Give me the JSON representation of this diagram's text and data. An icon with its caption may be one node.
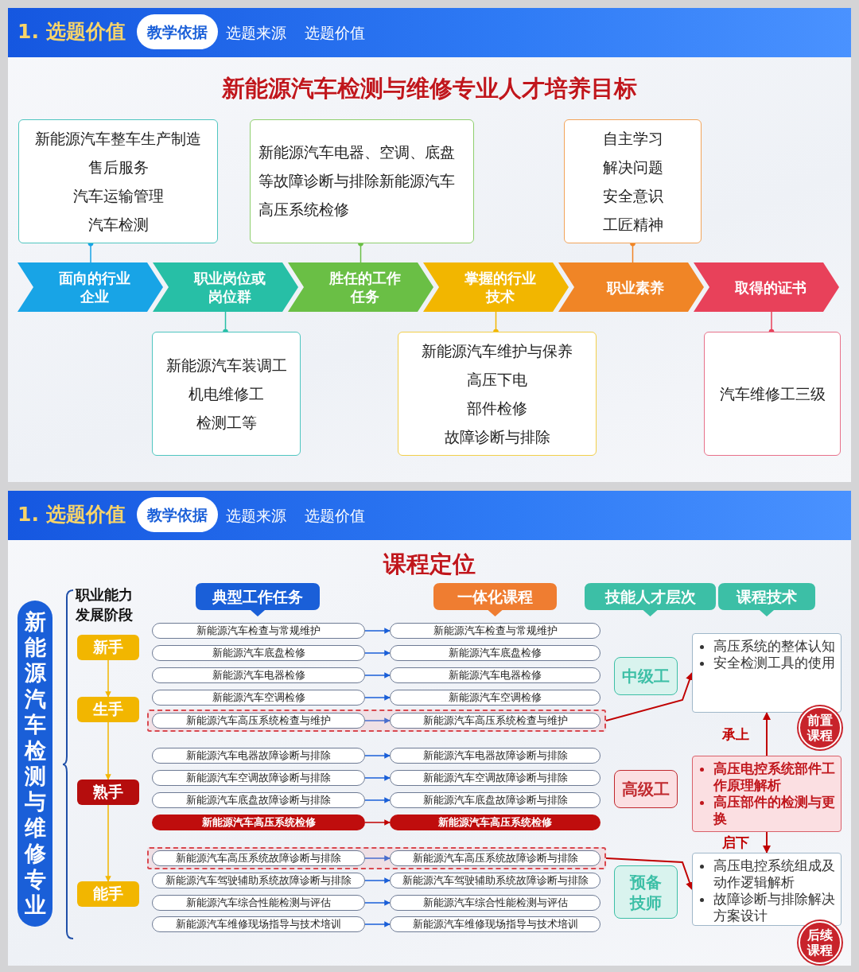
{
  "diagram": {
    "nodes": [
      {
        "text": [
          "面向的行业企业"
        ]
      },
      {
        "text": [
          "职业岗位或岗位群"
        ]
      },
      {
        "text": [
          "胜任的工作任务"
        ]
      },
      {
        "text": [
          "掌握的行业技术"
        ]
      },
      {
        "text": [
          "职业素养"
        ]
      },
      {
        "text": [
          "取得的证书"
        ]
      },
      {
        "text": [
          "新能源汽车整车生产制造",
          "售后服务",
          "汽车运输管理",
          "汽车检测"
        ]
      },
      {
        "text": [
          "新能源汽车电器、空调、底盘等故障诊断与排除新能源汽车高压系统检修"
        ]
      },
      {
        "text": [
          "自主学习",
          "解决问题",
          "安全意识",
          "工匠精神"
        ]
      },
      {
        "text": [
          "新能源汽车装调工",
          "机电维修工",
          "检测工等"
        ]
      },
      {
        "text": [
          "新能源汽车维护与保养",
          "高压下电",
          "部件检修",
          "故障诊断与排除"
        ]
      },
      {
        "text": [
          "汽车维修工三级"
        ]
      },
      {
        "text": [
          "新能源汽车检测与维修专业"
        ]
      },
      {
        "text": [
          "新手"
        ]
      },
      {
        "text": [
          "生手"
        ]
      },
      {
        "text": [
          "熟手"
        ]
      },
      {
        "text": [
          "能手"
        ]
      },
      {
        "text": [
          "典型工作任务"
        ]
      },
      {
        "text": [
          "一体化课程"
        ]
      },
      {
        "text": [
          "技能人才层次"
        ]
      },
      {
        "text": [
          "课程技术"
        ]
      },
      {
        "text": [
          "新能源汽车检查与常规维护"
        ]
      },
      {
        "text": [
          "新能源汽车检查与常规维护"
        ]
      },
      {
        "text": [
          "新能源汽车底盘检修"
        ]
      },
      {
        "text": [
          "新能源汽车底盘检修"
        ]
      },
      {
        "text": [
          "新能源汽车电器检修"
        ]
      },
      {
        "text": [
          "新能源汽车电器检修"
        ]
      },
      {
        "text": [
          "新能源汽车空调检修"
        ]
      },
      {
        "text": [
          "新能源汽车空调检修"
        ]
      },
      {
        "text": [],
        "shape": "box"
      },
      {
        "text": [
          "新能源汽车高压系统检查与维护"
        ],
        "in": 29
      },
      {
        "text": [
          "新能源汽车高压系统检查与维护"
        ],
        "in": 29
      },
      {
        "text": [
          "新能源汽车电器故障诊断与排除"
        ]
      },
      {
        "text": [
          "新能源汽车电器故障诊断与排除"
        ]
      },
      {
        "text": [
          "新能源汽车空调故障诊断与排除"
        ]
      },
      {
        "text": [
          "新能源汽车空调故障诊断与排除"
        ]
      },
      {
        "text": [
          "新能源汽车底盘故障诊断与排除"
        ]
      },
      {
        "text": [
          "新能源汽车底盘故障诊断与排除"
        ]
      },
      {
        "text": [
          "新能源汽车高压系统检修"
        ]
      },
      {
        "text": [
          "新能源汽车高压系统检修"
        ]
      },
      {
        "text": [],
        "shape": "box"
      },
      {
        "text": [
          "新能源汽车高压系统故障诊断与排除"
        ],
        "in": 40
      },
      {
        "text": [
          "新能源汽车高压系统故障诊断与排除"
        ],
        "in": 40
      },
      {
        "text": [
          "新能源汽车驾驶辅助系统故障诊断与排除"
        ]
      },
      {
        "text": [
          "新能源汽车驾驶辅助系统故障诊断与排除"
        ]
      },
      {
        "text": [
          "新能源汽车综合性能检测与评估"
        ]
      },
      {
        "text": [
          "新能源汽车综合性能检测与评估"
        ]
      },
      {
        "text": [
          "新能源汽车维修现场指导与技术培训"
        ]
      },
      {
        "text": [
          "新能源汽车维修现场指导与技术培训"
        ]
      },
      {
        "text": [
          "中级工"
        ]
      },
      {
        "text": [
          "高级工"
        ]
      },
      {
        "text": [
          "预备技师"
        ]
      },
      {
        "text": [
          "高压系统的整体认知",
          "安全检测工具的使用"
        ]
      },
      {
        "text": [
          "前置课程"
        ]
      },
      {
        "text": [
          "高压电控系统部件工作原理解析",
          "高压部件的检测与更换"
        ]
      },
      {
        "text": [
          "高压电控系统组成及动作逻辑解析",
          "故障诊断与排除解决方案设计"
        ]
      },
      {
        "text": [
          "后续课程"
        ]
      }
    ],
    "edges": [
      {
        "from": 0,
        "to": 6,
        "arrow": "other",
        "color": "#18a4e6"
      },
      {
        "from": 2,
        "to": 7,
        "arrow": "other",
        "color": "#6abf45"
      },
      {
        "from": 4,
        "to": 8,
        "arrow": "other",
        "color": "#f08526"
      },
      {
        "from": 1,
        "to": 9,
        "arrow": "other",
        "color": "#27bfa6"
      },
      {
        "from": 3,
        "to": 10,
        "arrow": "other",
        "color": "#f2b600"
      },
      {
        "from": 5,
        "to": 11,
        "arrow": "other",
        "color": "#e8415a"
      },
      {
        "from": 13,
        "to": 14,
        "arrow": "to",
        "color": "#f2b600"
      },
      {
        "from": 14,
        "to": 15,
        "arrow": "to",
        "color": "#f2b600"
      },
      {
        "from": 15,
        "to": 16,
        "arrow": "to",
        "color": "#f2b600"
      },
      {
        "from": 21,
        "to": 22,
        "arrow": "to"
      },
      {
        "from": 23,
        "to": 24,
        "arrow": "to"
      },
      {
        "from": 25,
        "to": 26,
        "arrow": "to"
      },
      {
        "from": 27,
        "to": 28,
        "arrow": "to"
      },
      {
        "from": 30,
        "to": 31,
        "arrow": "to"
      },
      {
        "from": 32,
        "to": 33,
        "arrow": "to"
      },
      {
        "from": 34,
        "to": 35,
        "arrow": "to"
      },
      {
        "from": 36,
        "to": 37,
        "arrow": "to"
      },
      {
        "from": 38,
        "to": 39,
        "arrow": "to",
        "color": "#c00000"
      },
      {
        "from": 41,
        "to": 42,
        "arrow": "to"
      },
      {
        "from": 43,
        "to": 44,
        "arrow": "to"
      },
      {
        "from": 45,
        "to": 46,
        "arrow": "to"
      },
      {
        "from": 47,
        "to": 48,
        "arrow": "to"
      },
      {
        "from": 29,
        "to": 52,
        "arrow": "to",
        "color": "#c00000"
      },
      {
        "from": 40,
        "to": 55,
        "arrow": "to",
        "color": "#c00000"
      },
      {
        "from": 54,
        "to": 52,
        "arrow": "to",
        "label": "承上",
        "color": "#c00000"
      },
      {
        "from": 54,
        "to": 55,
        "arrow": "to",
        "label": "启下",
        "color": "#c00000"
      }
    ],
    "labels": [
      "1. 选题价值",
      "教学依据",
      "选题来源",
      "选题价值",
      "新能源汽车检测与维修专业人才培养目标",
      "1. 选题价值",
      "教学依据",
      "选题来源",
      "选题价值",
      "课程定位",
      "职业能力发展阶段"
    ]
  }
}
